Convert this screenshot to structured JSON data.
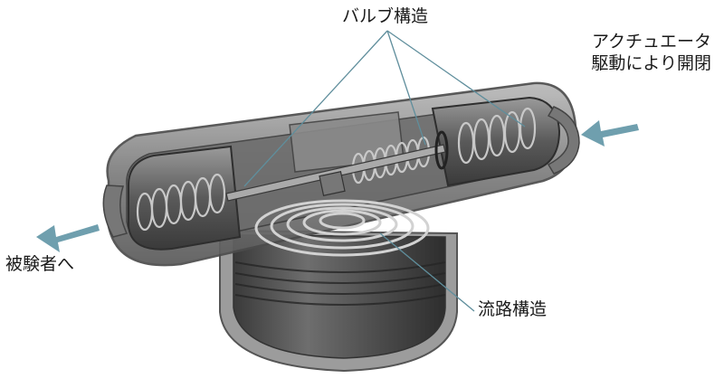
{
  "labels": {
    "valve_structure": "バルブ構造",
    "actuator_line1": "アクチュエータ",
    "actuator_line2": "駆動により開閉",
    "to_subject": "被験者へ",
    "flow_structure": "流路構造"
  },
  "colors": {
    "arrow": "#6f9fae",
    "leader_line": "#5f8e9c",
    "body_shell": "#8a8a8a",
    "body_dark": "#3c3c3c"
  },
  "icons": {
    "inflow_arrow": "arrow-left-icon",
    "outflow_arrow": "arrow-left-icon"
  }
}
